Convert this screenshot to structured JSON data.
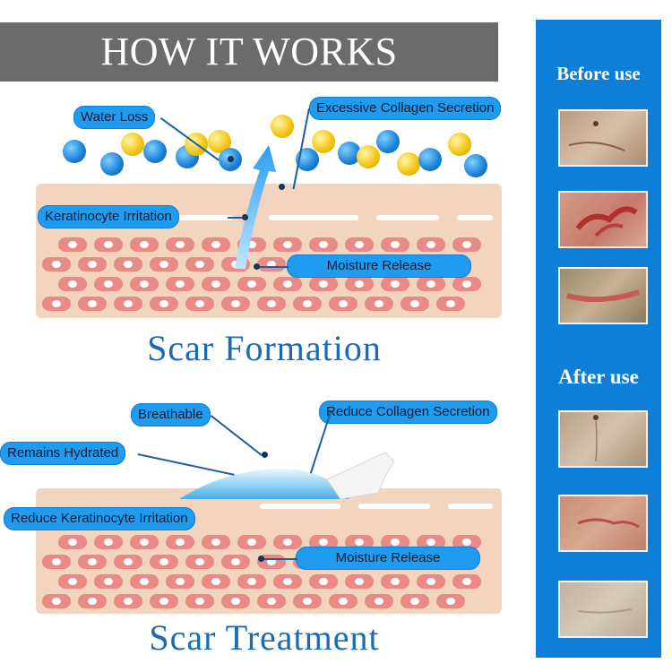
{
  "header": {
    "title": "HOW IT WORKS"
  },
  "formation": {
    "title": "Scar Formation",
    "labels": {
      "water_loss": "Water Loss",
      "excessive_collagen": "Excessive Collagen Secretion",
      "keratinocyte_irritation": "Keratinocyte Irritation",
      "moisture_release": "Moisture Release"
    }
  },
  "treatment": {
    "title": "Scar Treatment",
    "labels": {
      "breathable": "Breathable",
      "reduce_collagen": "Reduce Collagen Secretion",
      "remains_hydrated": "Remains Hydrated",
      "reduce_keratinocyte": "Reduce Keratinocyte Irritation",
      "moisture_release": "Moisture Release"
    }
  },
  "panel": {
    "before_heading": "Before use",
    "after_heading": "After use"
  },
  "colors": {
    "header_bg": "#6b6b6b",
    "label_bg": "#1f9bf0",
    "panel_bg": "#0e7fd8",
    "title_blue": "#1a6bb3",
    "skin": "#f3d5bf",
    "cell": "#e98a86"
  }
}
